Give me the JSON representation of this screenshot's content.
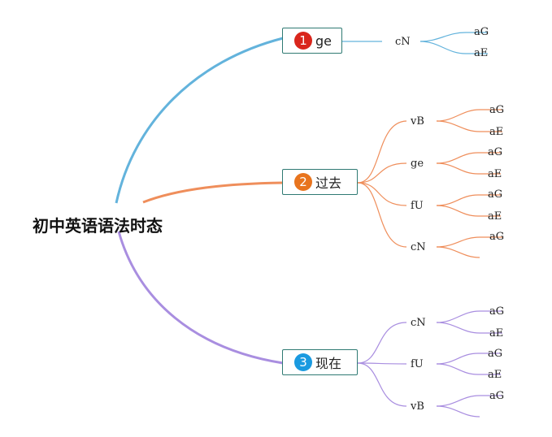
{
  "root": {
    "label": "初中英语语法时态"
  },
  "branches": [
    {
      "number": "1",
      "label": "ge",
      "color": "#63b3dc",
      "badge_color": "#d9261c",
      "children": [
        {
          "label": "cN",
          "leaves": [
            "aG",
            "aE"
          ]
        }
      ]
    },
    {
      "number": "2",
      "label": "过去",
      "color": "#ef8e5b",
      "badge_color": "#e8741e",
      "children": [
        {
          "label": "vB",
          "leaves": [
            "aG",
            "aE"
          ]
        },
        {
          "label": "ge",
          "leaves": [
            "aG",
            "aE"
          ]
        },
        {
          "label": "fU",
          "leaves": [
            "aG",
            "aE"
          ]
        },
        {
          "label": "cN",
          "leaves": [
            "aG",
            ""
          ]
        }
      ]
    },
    {
      "number": "3",
      "label": "现在",
      "color": "#a98ee0",
      "badge_color": "#1a9ae0",
      "children": [
        {
          "label": "cN",
          "leaves": [
            "aG",
            "aE"
          ]
        },
        {
          "label": "fU",
          "leaves": [
            "aG",
            "aE"
          ]
        },
        {
          "label": "vB",
          "leaves": [
            "aG",
            ""
          ]
        }
      ]
    }
  ]
}
